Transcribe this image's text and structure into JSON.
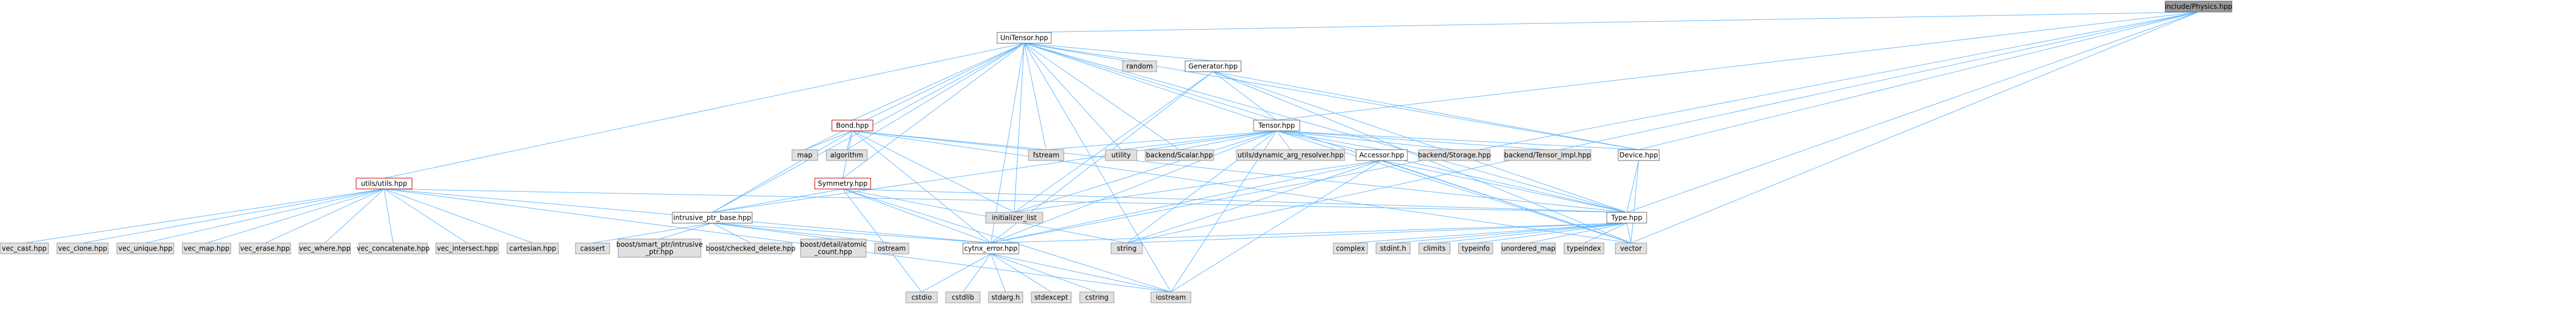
{
  "graph": {
    "root": "include/Physics.hpp",
    "colors": {
      "root_fill": "#999999",
      "root_stroke": "#666666",
      "local_fill": "#ffffff",
      "local_stroke": "#bf0000",
      "linked_fill": "#ffffff",
      "linked_stroke": "#666666",
      "system_fill": "#e0e0e0",
      "system_stroke": "#999999",
      "edge": "#63b8ff"
    },
    "nodes": [
      {
        "id": "physics",
        "label": "include/Physics.hpp",
        "kind": "root"
      },
      {
        "id": "unitensor",
        "label": "UniTensor.hpp",
        "kind": "linked"
      },
      {
        "id": "random",
        "label": "random",
        "kind": "system"
      },
      {
        "id": "generator",
        "label": "Generator.hpp",
        "kind": "linked"
      },
      {
        "id": "bond",
        "label": "Bond.hpp",
        "kind": "local"
      },
      {
        "id": "tensor",
        "label": "Tensor.hpp",
        "kind": "linked"
      },
      {
        "id": "map",
        "label": "map",
        "kind": "system"
      },
      {
        "id": "algorithm",
        "label": "algorithm",
        "kind": "system"
      },
      {
        "id": "fstream",
        "label": "fstream",
        "kind": "system"
      },
      {
        "id": "utility",
        "label": "utility",
        "kind": "system"
      },
      {
        "id": "scalar",
        "label": "backend/Scalar.hpp",
        "kind": "system"
      },
      {
        "id": "dynarg",
        "label": "utils/dynamic_arg_resolver.hpp",
        "kind": "system"
      },
      {
        "id": "accessor",
        "label": "Accessor.hpp",
        "kind": "linked"
      },
      {
        "id": "storage",
        "label": "backend/Storage.hpp",
        "kind": "system"
      },
      {
        "id": "tensorimpl",
        "label": "backend/Tensor_impl.hpp",
        "kind": "system"
      },
      {
        "id": "device",
        "label": "Device.hpp",
        "kind": "linked"
      },
      {
        "id": "symmetry",
        "label": "Symmetry.hpp",
        "kind": "local"
      },
      {
        "id": "utils",
        "label": "utils/utils.hpp",
        "kind": "local"
      },
      {
        "id": "intrusive",
        "label": "intrusive_ptr_base.hpp",
        "kind": "linked"
      },
      {
        "id": "initlist",
        "label": "initializer_list",
        "kind": "system"
      },
      {
        "id": "type",
        "label": "Type.hpp",
        "kind": "linked"
      },
      {
        "id": "cytnxerror",
        "label": "cytnx_error.hpp",
        "kind": "linked"
      },
      {
        "id": "vec_cast",
        "label": "vec_cast.hpp",
        "kind": "system"
      },
      {
        "id": "vec_clone",
        "label": "vec_clone.hpp",
        "kind": "system"
      },
      {
        "id": "vec_unique",
        "label": "vec_unique.hpp",
        "kind": "system"
      },
      {
        "id": "vec_map",
        "label": "vec_map.hpp",
        "kind": "system"
      },
      {
        "id": "vec_erase",
        "label": "vec_erase.hpp",
        "kind": "system"
      },
      {
        "id": "vec_where",
        "label": "vec_where.hpp",
        "kind": "system"
      },
      {
        "id": "vec_concatenate",
        "label": "vec_concatenate.hpp",
        "kind": "system"
      },
      {
        "id": "vec_intersect",
        "label": "vec_intersect.hpp",
        "kind": "system"
      },
      {
        "id": "cartesian",
        "label": "cartesian.hpp",
        "kind": "system"
      },
      {
        "id": "cassert",
        "label": "cassert",
        "kind": "system"
      },
      {
        "id": "smartptr",
        "label": "boost/smart_ptr/intrusive\n_ptr.hpp",
        "kind": "system"
      },
      {
        "id": "checkeddelete",
        "label": "boost/checked_delete.hpp",
        "kind": "system"
      },
      {
        "id": "atomiccount",
        "label": "boost/detail/atomic\n_count.hpp",
        "kind": "system"
      },
      {
        "id": "ostream",
        "label": "ostream",
        "kind": "system"
      },
      {
        "id": "string",
        "label": "string",
        "kind": "system"
      },
      {
        "id": "complex",
        "label": "complex",
        "kind": "system"
      },
      {
        "id": "stdinth",
        "label": "stdint.h",
        "kind": "system"
      },
      {
        "id": "climits",
        "label": "climits",
        "kind": "system"
      },
      {
        "id": "typeinfo",
        "label": "typeinfo",
        "kind": "system"
      },
      {
        "id": "unorderedmap",
        "label": "unordered_map",
        "kind": "system"
      },
      {
        "id": "typeindex",
        "label": "typeindex",
        "kind": "system"
      },
      {
        "id": "vector",
        "label": "vector",
        "kind": "system"
      },
      {
        "id": "cstdio",
        "label": "cstdio",
        "kind": "system"
      },
      {
        "id": "cstdlib",
        "label": "cstdlib",
        "kind": "system"
      },
      {
        "id": "stdargh",
        "label": "stdarg.h",
        "kind": "system"
      },
      {
        "id": "stdexcept",
        "label": "stdexcept",
        "kind": "system"
      },
      {
        "id": "cstring",
        "label": "cstring",
        "kind": "system"
      },
      {
        "id": "iostream",
        "label": "iostream",
        "kind": "system"
      }
    ],
    "edges": [
      [
        "physics",
        "unitensor"
      ],
      [
        "physics",
        "tensor"
      ],
      [
        "physics",
        "device"
      ],
      [
        "physics",
        "type"
      ],
      [
        "physics",
        "cytnxerror"
      ],
      [
        "physics",
        "string"
      ],
      [
        "physics",
        "vector"
      ],
      [
        "unitensor",
        "random"
      ],
      [
        "unitensor",
        "generator"
      ],
      [
        "unitensor",
        "bond"
      ],
      [
        "unitensor",
        "tensor"
      ],
      [
        "unitensor",
        "map"
      ],
      [
        "unitensor",
        "algorithm"
      ],
      [
        "unitensor",
        "fstream"
      ],
      [
        "unitensor",
        "utility"
      ],
      [
        "unitensor",
        "scalar"
      ],
      [
        "unitensor",
        "symmetry"
      ],
      [
        "unitensor",
        "utils"
      ],
      [
        "unitensor",
        "intrusive"
      ],
      [
        "unitensor",
        "initlist"
      ],
      [
        "unitensor",
        "type"
      ],
      [
        "unitensor",
        "cytnxerror"
      ],
      [
        "unitensor",
        "device"
      ],
      [
        "unitensor",
        "vector"
      ],
      [
        "unitensor",
        "iostream"
      ],
      [
        "generator",
        "tensor"
      ],
      [
        "generator",
        "cytnxerror"
      ],
      [
        "generator",
        "device"
      ],
      [
        "generator",
        "type"
      ],
      [
        "generator",
        "initlist"
      ],
      [
        "generator",
        "vector"
      ],
      [
        "bond",
        "map"
      ],
      [
        "bond",
        "algorithm"
      ],
      [
        "bond",
        "fstream"
      ],
      [
        "bond",
        "symmetry"
      ],
      [
        "bond",
        "intrusive"
      ],
      [
        "bond",
        "initlist"
      ],
      [
        "bond",
        "type"
      ],
      [
        "bond",
        "cytnxerror"
      ],
      [
        "bond",
        "vector"
      ],
      [
        "tensor",
        "fstream"
      ],
      [
        "tensor",
        "utility"
      ],
      [
        "tensor",
        "scalar"
      ],
      [
        "tensor",
        "dynarg"
      ],
      [
        "tensor",
        "accessor"
      ],
      [
        "tensor",
        "storage"
      ],
      [
        "tensor",
        "tensorimpl"
      ],
      [
        "tensor",
        "device"
      ],
      [
        "tensor",
        "intrusive"
      ],
      [
        "tensor",
        "initlist"
      ],
      [
        "tensor",
        "type"
      ],
      [
        "tensor",
        "cytnxerror"
      ],
      [
        "tensor",
        "string"
      ],
      [
        "tensor",
        "vector"
      ],
      [
        "tensor",
        "iostream"
      ],
      [
        "accessor",
        "initlist"
      ],
      [
        "accessor",
        "type"
      ],
      [
        "accessor",
        "cytnxerror"
      ],
      [
        "accessor",
        "string"
      ],
      [
        "accessor",
        "vector"
      ],
      [
        "accessor",
        "iostream"
      ],
      [
        "device",
        "type"
      ],
      [
        "device",
        "vector"
      ],
      [
        "symmetry",
        "intrusive"
      ],
      [
        "symmetry",
        "type"
      ],
      [
        "symmetry",
        "cytnxerror"
      ],
      [
        "symmetry",
        "string"
      ],
      [
        "symmetry",
        "cstdio"
      ],
      [
        "symmetry",
        "iostream"
      ],
      [
        "utils",
        "vec_cast"
      ],
      [
        "utils",
        "vec_clone"
      ],
      [
        "utils",
        "vec_unique"
      ],
      [
        "utils",
        "vec_map"
      ],
      [
        "utils",
        "vec_erase"
      ],
      [
        "utils",
        "vec_where"
      ],
      [
        "utils",
        "vec_concatenate"
      ],
      [
        "utils",
        "vec_intersect"
      ],
      [
        "utils",
        "cartesian"
      ],
      [
        "utils",
        "cytnxerror"
      ],
      [
        "utils",
        "type"
      ],
      [
        "utils",
        "iostream"
      ],
      [
        "intrusive",
        "cassert"
      ],
      [
        "intrusive",
        "smartptr"
      ],
      [
        "intrusive",
        "checkeddelete"
      ],
      [
        "intrusive",
        "atomiccount"
      ],
      [
        "intrusive",
        "ostream"
      ],
      [
        "intrusive",
        "cytnxerror"
      ],
      [
        "type",
        "complex"
      ],
      [
        "type",
        "stdinth"
      ],
      [
        "type",
        "climits"
      ],
      [
        "type",
        "typeinfo"
      ],
      [
        "type",
        "unorderedmap"
      ],
      [
        "type",
        "typeindex"
      ],
      [
        "type",
        "vector"
      ],
      [
        "type",
        "cytnxerror"
      ],
      [
        "type",
        "string"
      ],
      [
        "cytnxerror",
        "cstdio"
      ],
      [
        "cytnxerror",
        "cstdlib"
      ],
      [
        "cytnxerror",
        "stdargh"
      ],
      [
        "cytnxerror",
        "stdexcept"
      ],
      [
        "cytnxerror",
        "cstring"
      ],
      [
        "cytnxerror",
        "iostream"
      ]
    ]
  }
}
